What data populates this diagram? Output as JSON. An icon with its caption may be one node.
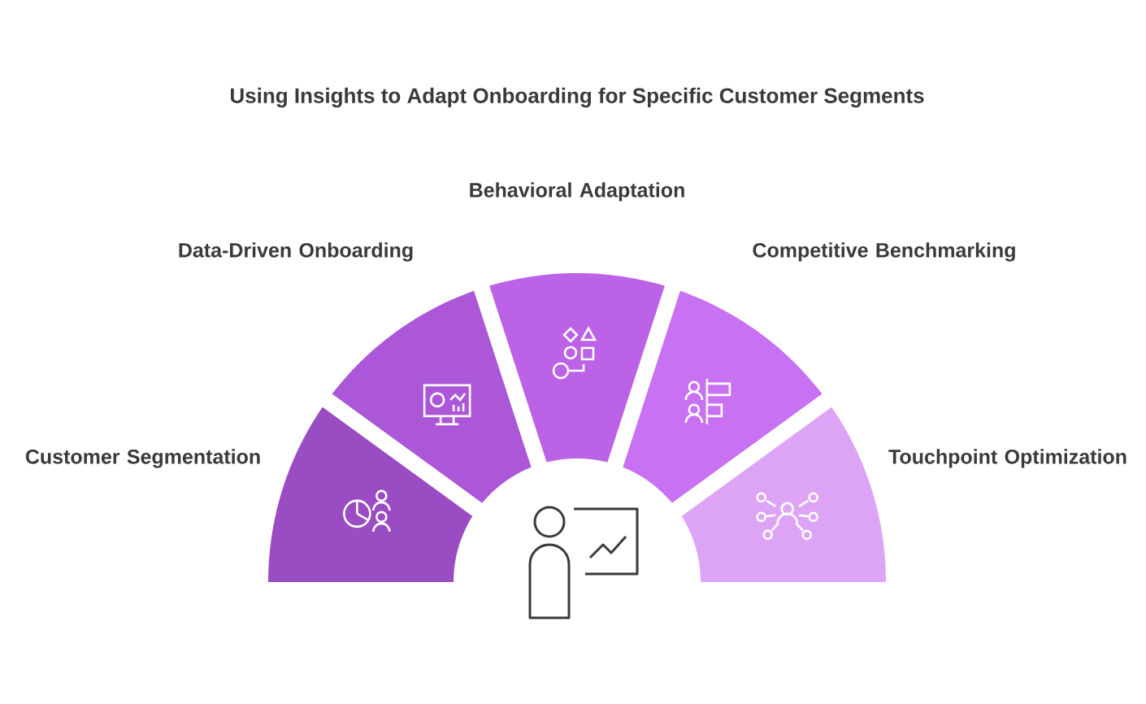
{
  "diagram": {
    "title": "Using Insights to Adapt Onboarding for Specific Customer Segments",
    "nodes": [
      {
        "text": [
          "Customer Segmentation"
        ]
      },
      {
        "text": [
          "Data-Driven Onboarding"
        ]
      },
      {
        "text": [
          "Behavioral Adaptation"
        ]
      },
      {
        "text": [
          "Competitive Benchmarking"
        ]
      },
      {
        "text": [
          "Touchpoint Optimization"
        ]
      }
    ]
  }
}
